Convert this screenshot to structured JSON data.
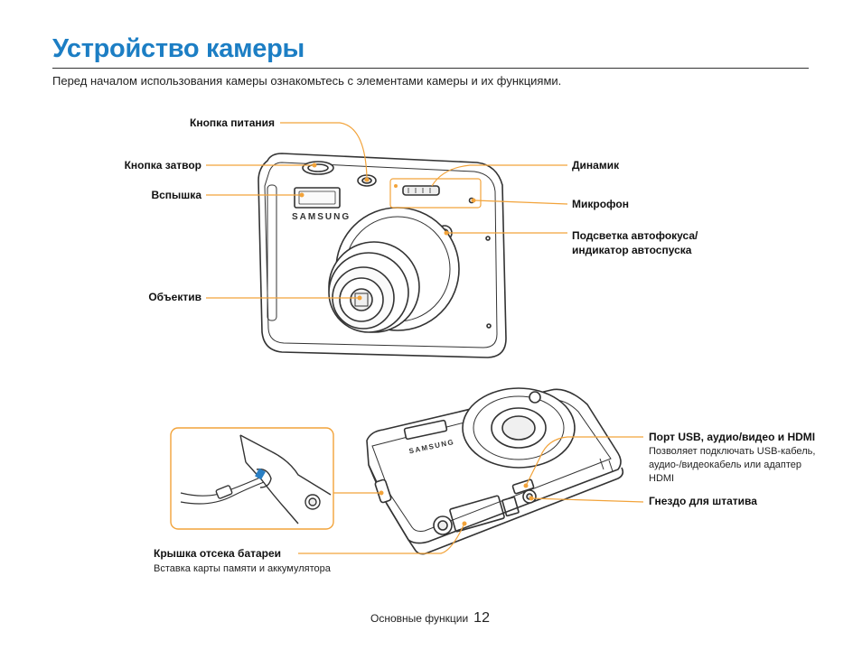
{
  "page": {
    "title": "Устройство камеры",
    "intro": "Перед началом использования камеры ознакомьтесь с элементами камеры и их функциями."
  },
  "front": {
    "brand": "SAMSUNG",
    "labels": {
      "power_button": "Кнопка питания",
      "shutter_button": "Кнопка затвор",
      "flash": "Вспышка",
      "lens": "Объектив",
      "speaker": "Динамик",
      "microphone": "Микрофон",
      "af_lamp_line1": "Подсветка автофокуса/",
      "af_lamp_line2": "индикатор автоспуска"
    }
  },
  "bottom": {
    "brand": "SAMSUNG",
    "labels": {
      "ports": "Порт USB, аудио/видео и HDMI",
      "ports_desc_line1": "Позволяет подключать USB-кабель,",
      "ports_desc_line2": "аудио-/видеокабель или адаптер",
      "ports_desc_line3": "HDMI",
      "tripod": "Гнездо для штатива",
      "battery_cover": "Крышка отсека батареи",
      "battery_cover_desc": "Вставка карты памяти и аккумулятора"
    }
  },
  "footer": {
    "section": "Основные функции",
    "page_number": "12"
  },
  "colors": {
    "title": "#1c7ec4",
    "leader": "#f2a33a",
    "camera_line": "#333333"
  }
}
